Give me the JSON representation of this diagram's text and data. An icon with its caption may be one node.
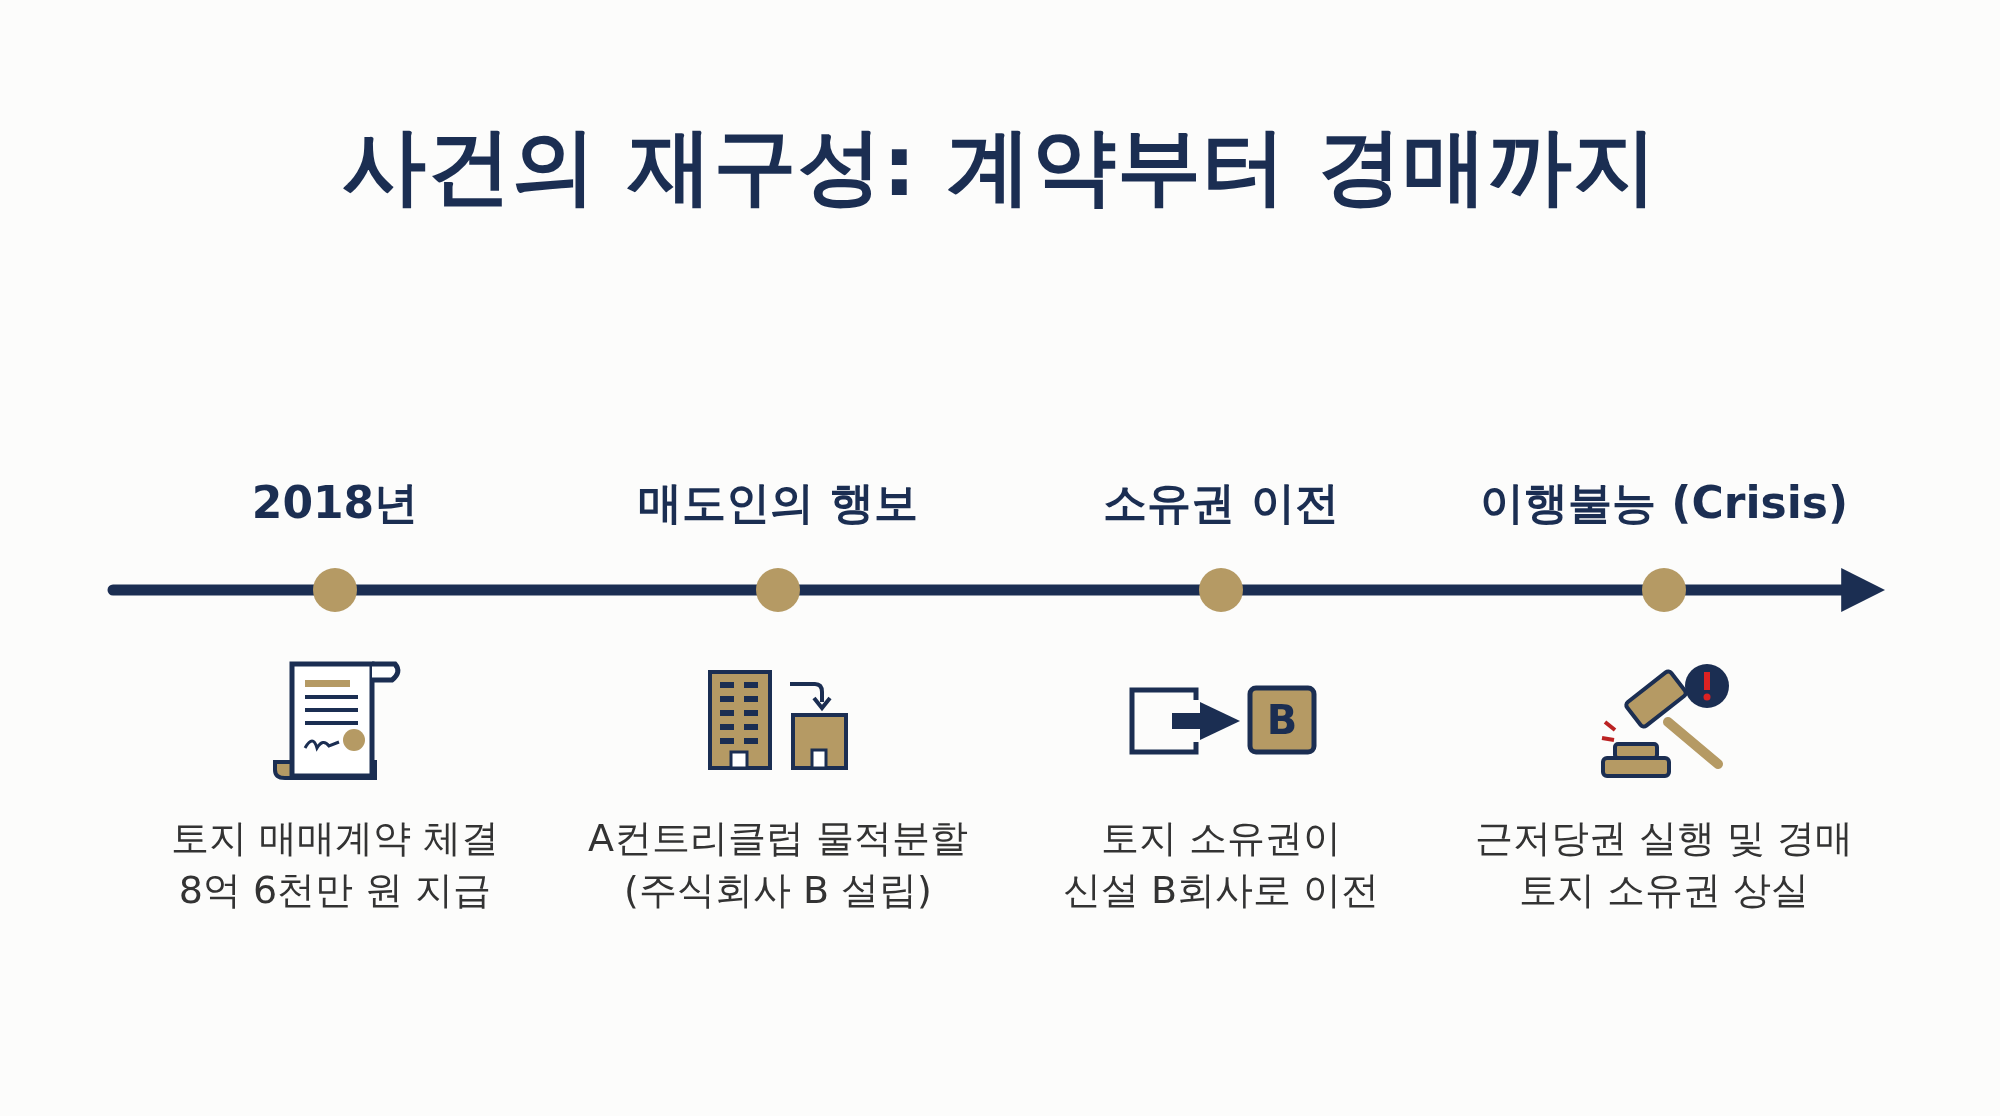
{
  "diagram": {
    "title": "사건의 재구성: 계약부터 경매까지",
    "labels": [
      "2018년",
      "매도인의 행보",
      "소유권 이전",
      "이행불능 (Crisis)",
      "B",
      "토지 매매계약 체결 8억 6천만 원 지급",
      "A컨트리클럽 물적분할 (주식회사 B 설립)",
      "토지 소유권이 신설 B회사로 이전",
      "근저당권 실행 및 경매 토지 소유권 상실"
    ]
  }
}
